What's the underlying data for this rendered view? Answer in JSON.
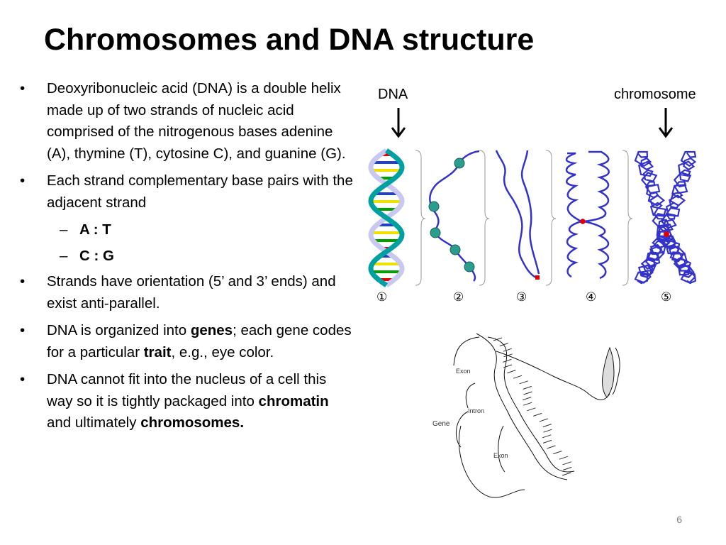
{
  "title": "Chromosomes and DNA structure",
  "bullets": {
    "b1": "Deoxyribonucleic acid (DNA) is a double helix made up of two strands of nucleic acid comprised of the nitrogenous bases adenine (A), thymine (T), cytosine C), and guanine (G).",
    "b2": "Each strand complementary base pairs with the adjacent strand",
    "sub1": "A : T",
    "sub2": "C : G",
    "b3": "Strands have orientation (5’ and 3’ ends) and exist anti-parallel.",
    "b4": {
      "pre": "DNA is organized into ",
      "bold1": "genes",
      "mid": "; each gene codes for a particular ",
      "bold2": "trait",
      "post": ", e.g., eye color."
    },
    "b5": {
      "pre": "DNA cannot fit into the nucleus of a cell this way so it is tightly packaged into ",
      "bold1": "chromatin",
      "mid": " and ultimately ",
      "bold2": "chromosomes."
    }
  },
  "figure": {
    "label_dna": "DNA",
    "label_chromosome": "chromosome",
    "steps": [
      "①",
      "②",
      "③",
      "④",
      "⑤"
    ],
    "gene_labels": {
      "exon1": "Exon",
      "intron": "Intron",
      "gene": "Gene",
      "exon2": "Exon"
    },
    "colors": {
      "backbone": "#c8c8f0",
      "strand": "#00a0a0",
      "chromatin": "#3333cc",
      "nucleosome": "#2a9d8f",
      "red": "#e00000",
      "yellow": "#f0e000",
      "green": "#00a000",
      "blue": "#2040d0"
    }
  },
  "page_number": "6"
}
